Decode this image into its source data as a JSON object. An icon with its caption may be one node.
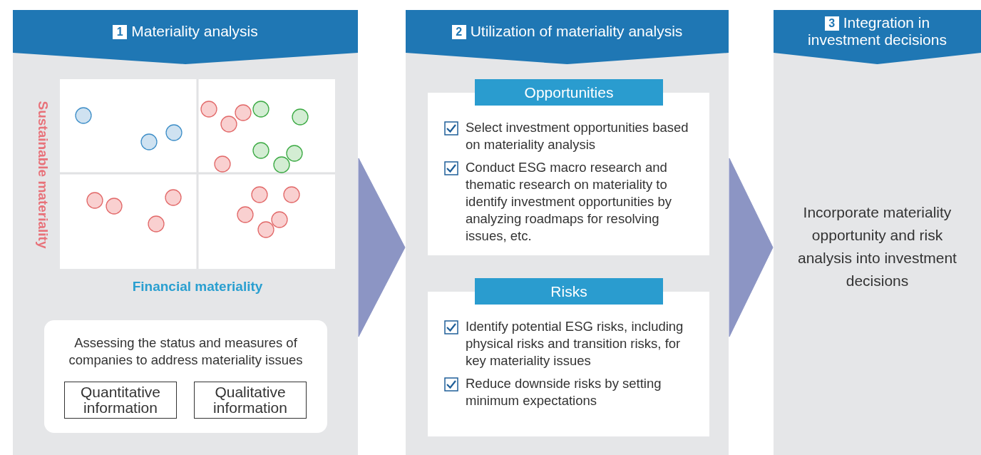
{
  "diagram": {
    "nodes": [
      {
        "text": [
          "1",
          "Materiality analysis"
        ]
      },
      {
        "text": [],
        "shape": "picture",
        "in": 0,
        "beside": [
          "Sustainable materiality",
          "Financial materiality"
        ]
      },
      {
        "text": [
          "Assessing the status and measures of companies to address materiality issues"
        ],
        "in": 0
      },
      {
        "text": [
          "Quantitative information"
        ],
        "in": 2
      },
      {
        "text": [
          "Qualitative information"
        ],
        "in": 2
      },
      {
        "text": [
          "2",
          "Utilization of materiality analysis"
        ]
      },
      {
        "text": [
          "Opportunities",
          "Select investment opportunities based on materiality analysis",
          "Conduct ESG macro research and thematic research on materiality to identify investment opportunities by analyzing roadmaps for resolving issues, etc."
        ],
        "in": 5
      },
      {
        "text": [
          "Risks",
          "Identify potential ESG risks, including physical risks and transition risks, for key materiality issues",
          "Reduce downside risks by setting minimum expectations"
        ],
        "in": 5
      },
      {
        "text": [
          "3",
          "Integration in investment decisions",
          "Incorporate materiality opportunity and risk analysis into investment decisions"
        ]
      }
    ],
    "edges": [
      {
        "from": 0,
        "to": 5,
        "arrow": "to"
      },
      {
        "from": 5,
        "to": 8,
        "arrow": "to"
      }
    ]
  }
}
